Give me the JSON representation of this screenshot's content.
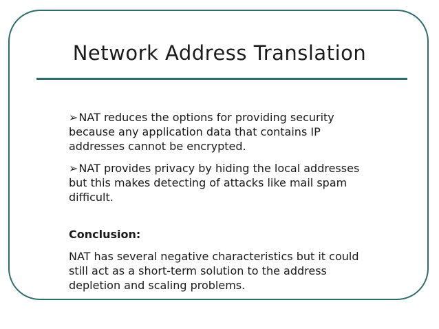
{
  "slide": {
    "title": "Network Address Translation",
    "bullets": [
      {
        "marker": "➢",
        "text": "NAT reduces the options for providing security\nbecause any application data that contains IP\naddresses cannot be encrypted."
      },
      {
        "marker": "➢",
        "text": "NAT provides privacy by hiding the local addresses\nbut this makes detecting of attacks like mail spam\ndifficult."
      }
    ],
    "conclusion_label": "Conclusion:",
    "conclusion_text": "NAT has several negative characteristics but it could\nstill act as a short-term solution to the address\ndepletion and scaling problems.",
    "colors": {
      "accent": "#2E6B6B",
      "text": "#1a1a1a",
      "background": "#FFFFFF"
    }
  }
}
